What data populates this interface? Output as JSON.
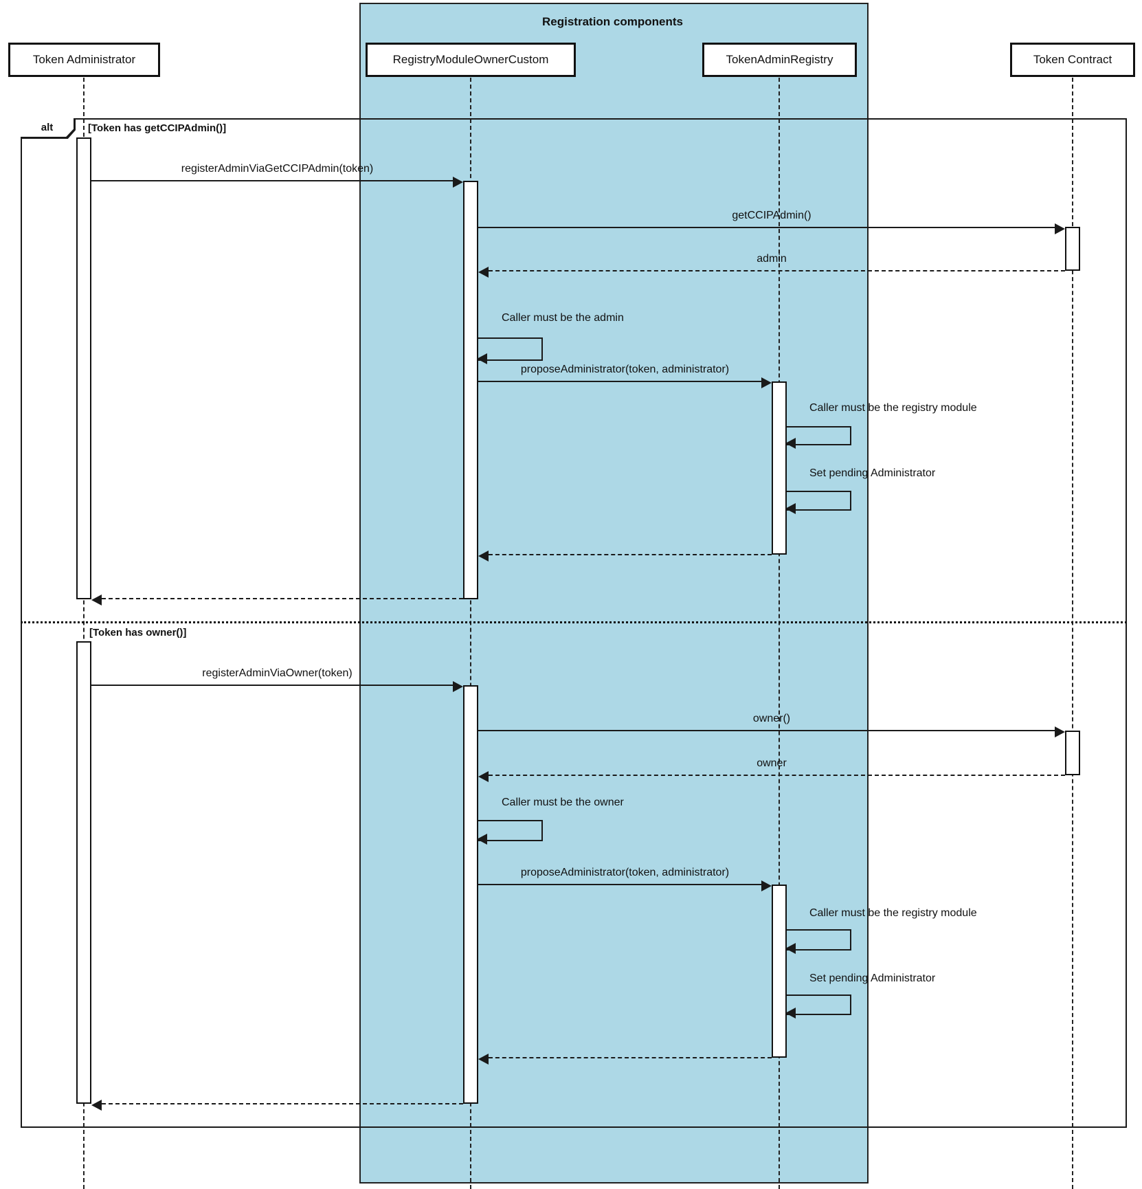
{
  "diagram": {
    "group_title": "Registration components",
    "frame_operator": "alt",
    "guard_1": "[Token has getCCIPAdmin()]",
    "guard_2": "[Token has owner()]"
  },
  "participants": {
    "token_administrator": "Token Administrator",
    "registry_module_owner_custom": "RegistryModuleOwnerCustom",
    "token_admin_registry": "TokenAdminRegistry",
    "token_contract": "Token Contract"
  },
  "messages": {
    "s1": {
      "register": "registerAdminViaGetCCIPAdmin(token)",
      "get_ccip_admin": "getCCIPAdmin()",
      "admin_return": "admin",
      "caller_admin": "Caller must be the admin",
      "propose": "proposeAdministrator(token, administrator)",
      "caller_registry": "Caller must be the registry module",
      "set_pending": "Set pending Administrator"
    },
    "s2": {
      "register": "registerAdminViaOwner(token)",
      "owner_call": "owner()",
      "owner_return": "owner",
      "caller_owner": "Caller must be the owner",
      "propose": "proposeAdministrator(token, administrator)",
      "caller_registry": "Caller must be the registry module",
      "set_pending": "Set pending Administrator"
    }
  },
  "colors": {
    "group_fill": "#ADD8E6",
    "line": "#1a1a1a"
  }
}
